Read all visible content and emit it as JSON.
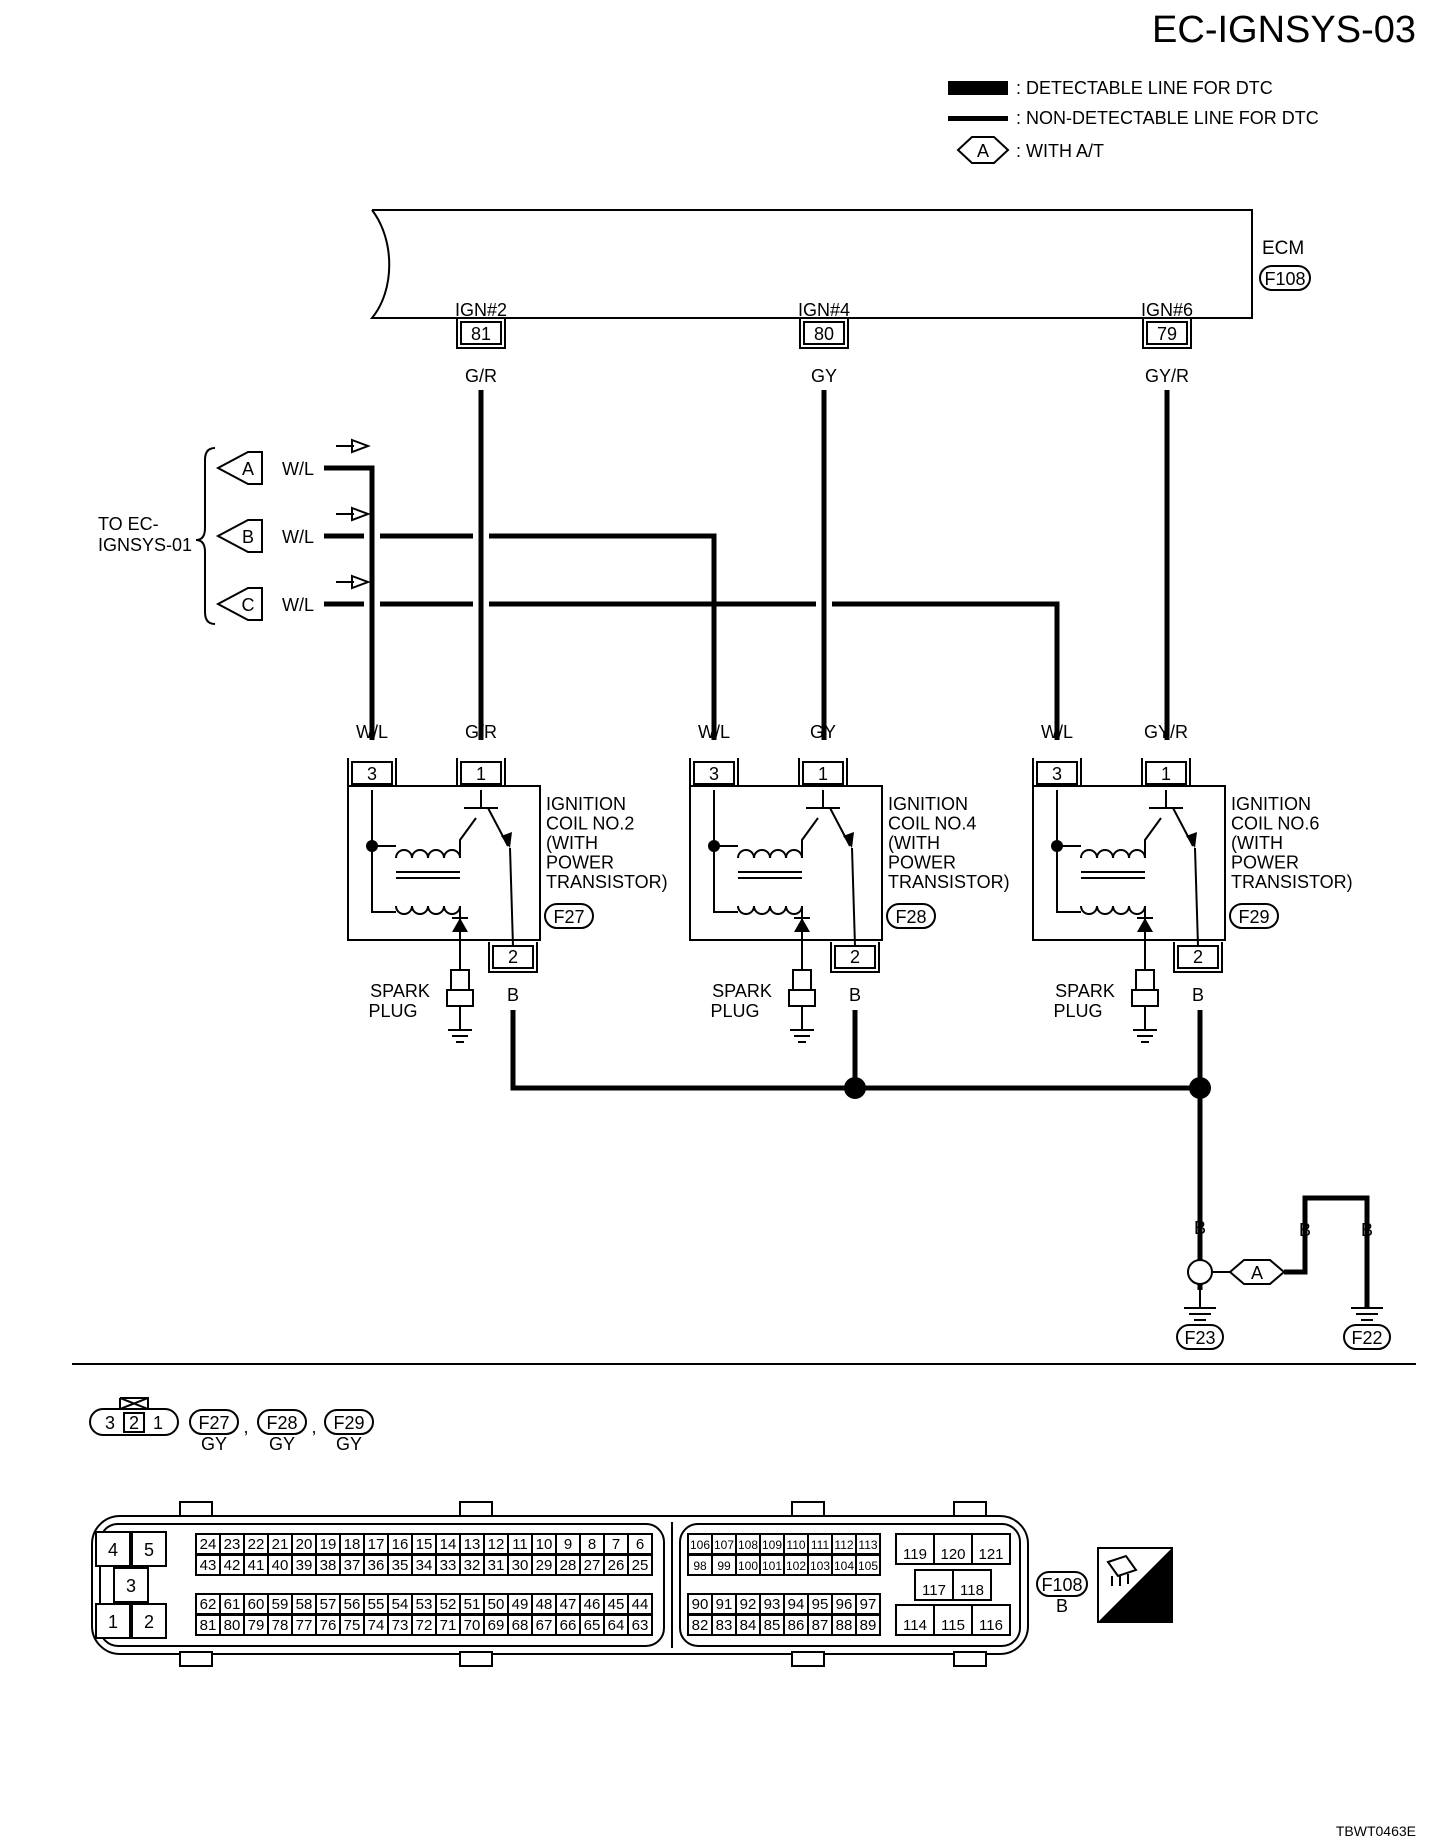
{
  "page_id": "EC-IGNSYS-03",
  "footer_code": "TBWT0463E",
  "legend": {
    "detectable": ": DETECTABLE LINE FOR DTC",
    "non_detectable": ": NON-DETECTABLE LINE FOR DTC",
    "with_at_symbol": "A",
    "with_at": ": WITH A/T"
  },
  "ecm": {
    "label": "ECM",
    "connector": "F108",
    "pins": [
      {
        "name": "IGN#2",
        "num": "81",
        "wire": "G/R"
      },
      {
        "name": "IGN#4",
        "num": "80",
        "wire": "GY"
      },
      {
        "name": "IGN#6",
        "num": "79",
        "wire": "GY/R"
      }
    ]
  },
  "to_sheet": {
    "label_line1": "TO EC-",
    "label_line2": "IGNSYS-01",
    "arrows": [
      {
        "symbol": "A",
        "wire": "W/L"
      },
      {
        "symbol": "B",
        "wire": "W/L"
      },
      {
        "symbol": "C",
        "wire": "W/L"
      }
    ]
  },
  "coils": [
    {
      "pin3_wire": "W/L",
      "pin1_wire": "G/R",
      "pin3": "3",
      "pin1": "1",
      "pin2": "2",
      "name": [
        "IGNITION",
        "COIL NO.2",
        "(WITH",
        " POWER",
        " TRANSISTOR)"
      ],
      "connector": "F27",
      "ground_wire": "B",
      "plug": [
        "SPARK",
        "PLUG"
      ]
    },
    {
      "pin3_wire": "W/L",
      "pin1_wire": "GY",
      "pin3": "3",
      "pin1": "1",
      "pin2": "2",
      "name": [
        "IGNITION",
        "COIL NO.4",
        "(WITH",
        " POWER",
        " TRANSISTOR)"
      ],
      "connector": "F28",
      "ground_wire": "B",
      "plug": [
        "SPARK",
        "PLUG"
      ]
    },
    {
      "pin3_wire": "W/L",
      "pin1_wire": "GY/R",
      "pin3": "3",
      "pin1": "1",
      "pin2": "2",
      "name": [
        "IGNITION",
        "COIL NO.6",
        "(WITH",
        " POWER",
        " TRANSISTOR)"
      ],
      "connector": "F29",
      "ground_wire": "B",
      "plug": [
        "SPARK",
        "PLUG"
      ]
    }
  ],
  "grounds": {
    "main_wire": "B",
    "at_symbol": "A",
    "at_wire_1": "B",
    "at_wire_2": "B",
    "f23": "F23",
    "f22": "F22"
  },
  "coil_connector": {
    "pins": [
      "3",
      "2",
      "1"
    ],
    "refs": [
      "F27",
      "F28",
      "F29"
    ],
    "sep1": ",",
    "sep2": ",",
    "color": "GY"
  },
  "ecm_connector": {
    "ref": "F108",
    "color": "B",
    "hs": "H.S.",
    "left_block": [
      "4",
      "5",
      "3",
      "1",
      "2"
    ],
    "row1": [
      "24",
      "23",
      "22",
      "21",
      "20",
      "19",
      "18",
      "17",
      "16",
      "15",
      "14",
      "13",
      "12",
      "11",
      "10",
      "9",
      "8",
      "7",
      "6"
    ],
    "row2": [
      "43",
      "42",
      "41",
      "40",
      "39",
      "38",
      "37",
      "36",
      "35",
      "34",
      "33",
      "32",
      "31",
      "30",
      "29",
      "28",
      "27",
      "26",
      "25"
    ],
    "row3": [
      "62",
      "61",
      "60",
      "59",
      "58",
      "57",
      "56",
      "55",
      "54",
      "53",
      "52",
      "51",
      "50",
      "49",
      "48",
      "47",
      "46",
      "45",
      "44"
    ],
    "row4": [
      "81",
      "80",
      "79",
      "78",
      "77",
      "76",
      "75",
      "74",
      "73",
      "72",
      "71",
      "70",
      "69",
      "68",
      "67",
      "66",
      "65",
      "64",
      "63"
    ],
    "mid_row1": [
      "106",
      "107",
      "108",
      "109",
      "110",
      "111",
      "112",
      "113"
    ],
    "mid_row2": [
      "98",
      "99",
      "100",
      "101",
      "102",
      "103",
      "104",
      "105"
    ],
    "mid_row3": [
      "90",
      "91",
      "92",
      "93",
      "94",
      "95",
      "96",
      "97"
    ],
    "mid_row4": [
      "82",
      "83",
      "84",
      "85",
      "86",
      "87",
      "88",
      "89"
    ],
    "right_row1": [
      "119",
      "120",
      "121"
    ],
    "right_row2": [
      "117",
      "118"
    ],
    "right_row3": [
      "114",
      "115",
      "116"
    ]
  }
}
